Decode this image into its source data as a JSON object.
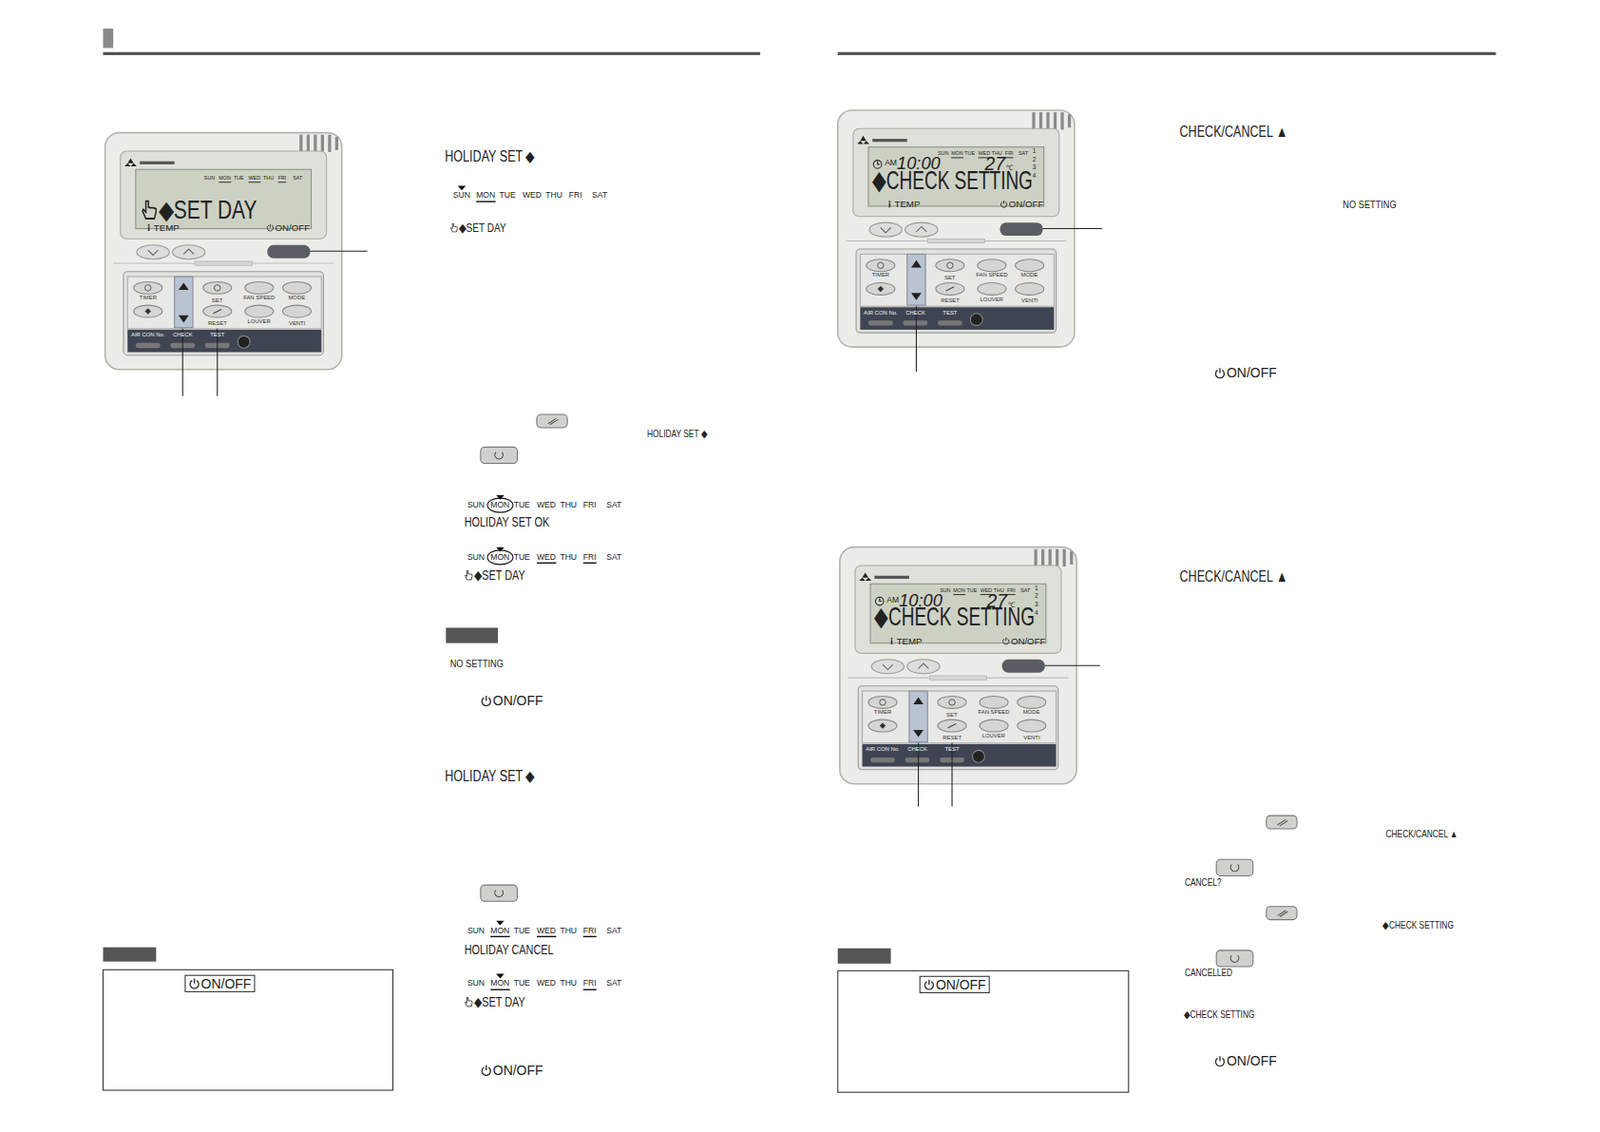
{
  "diagram": {
    "nodes": [
      {
        "text": [
          "ON/OFF"
        ]
      },
      {
        "text": [
          "ON/OFF"
        ]
      }
    ],
    "labels": [
      "SUN",
      "MON",
      "TUE",
      "WED",
      "THU",
      "FRI",
      "SAT",
      "◆SET DAY",
      "TEMP",
      "ON/OFF",
      "TIMER",
      "SET",
      "FAN SPEED",
      "MODE",
      "RESET",
      "LOUVER",
      "VENTI",
      "AIR CON No.",
      "CHECK",
      "TEST",
      "HOLIDAY SET ◆",
      "SUN",
      "MON",
      "TUE",
      "WED",
      "THU",
      "FRI",
      "SAT",
      "◆SET DAY",
      "HOLIDAY SET ◆",
      "SUN",
      "MON",
      "TUE",
      "WED",
      "THU",
      "FRI",
      "SAT",
      "HOLIDAY SET OK",
      "SUN",
      "MON",
      "TUE",
      "WED",
      "THU",
      "FRI",
      "SAT",
      "◆SET DAY",
      "NO SETTING",
      "ON/OFF",
      "HOLIDAY SET ◆",
      "SUN",
      "MON",
      "TUE",
      "WED",
      "THU",
      "FRI",
      "SAT",
      "HOLIDAY CANCEL",
      "SUN",
      "MON",
      "TUE",
      "WED",
      "THU",
      "FRI",
      "SAT",
      "◆SET DAY",
      "ON/OFF",
      "SUN",
      "MON",
      "TUE",
      "WED",
      "THU",
      "FRI",
      "SAT",
      "1",
      "2",
      "3",
      "4",
      "AM",
      "10:00",
      "27",
      "℃",
      "◆CHECK SETTING",
      "TEMP",
      "ON/OFF",
      "TIMER",
      "SET",
      "FAN SPEED",
      "MODE",
      "RESET",
      "LOUVER",
      "VENTI",
      "AIR CON No.",
      "CHECK",
      "TEST",
      "CHECK/CANCEL ▲",
      "NO SETTING",
      "ON/OFF",
      "SUN",
      "MON",
      "TUE",
      "WED",
      "THU",
      "FRI",
      "SAT",
      "1",
      "2",
      "3",
      "4",
      "AM",
      "10:00",
      "27",
      "℃",
      "◆CHECK SETTING",
      "TEMP",
      "ON/OFF",
      "TIMER",
      "SET",
      "FAN SPEED",
      "MODE",
      "RESET",
      "LOUVER",
      "VENTI",
      "AIR CON No.",
      "CHECK",
      "TEST",
      "CHECK/CANCEL ▲",
      "CHECK/CANCEL ▲",
      "CANCEL?",
      "◆CHECK SETTING",
      "CANCELLED",
      "◆CHECK SETTING",
      "ON/OFF"
    ]
  }
}
